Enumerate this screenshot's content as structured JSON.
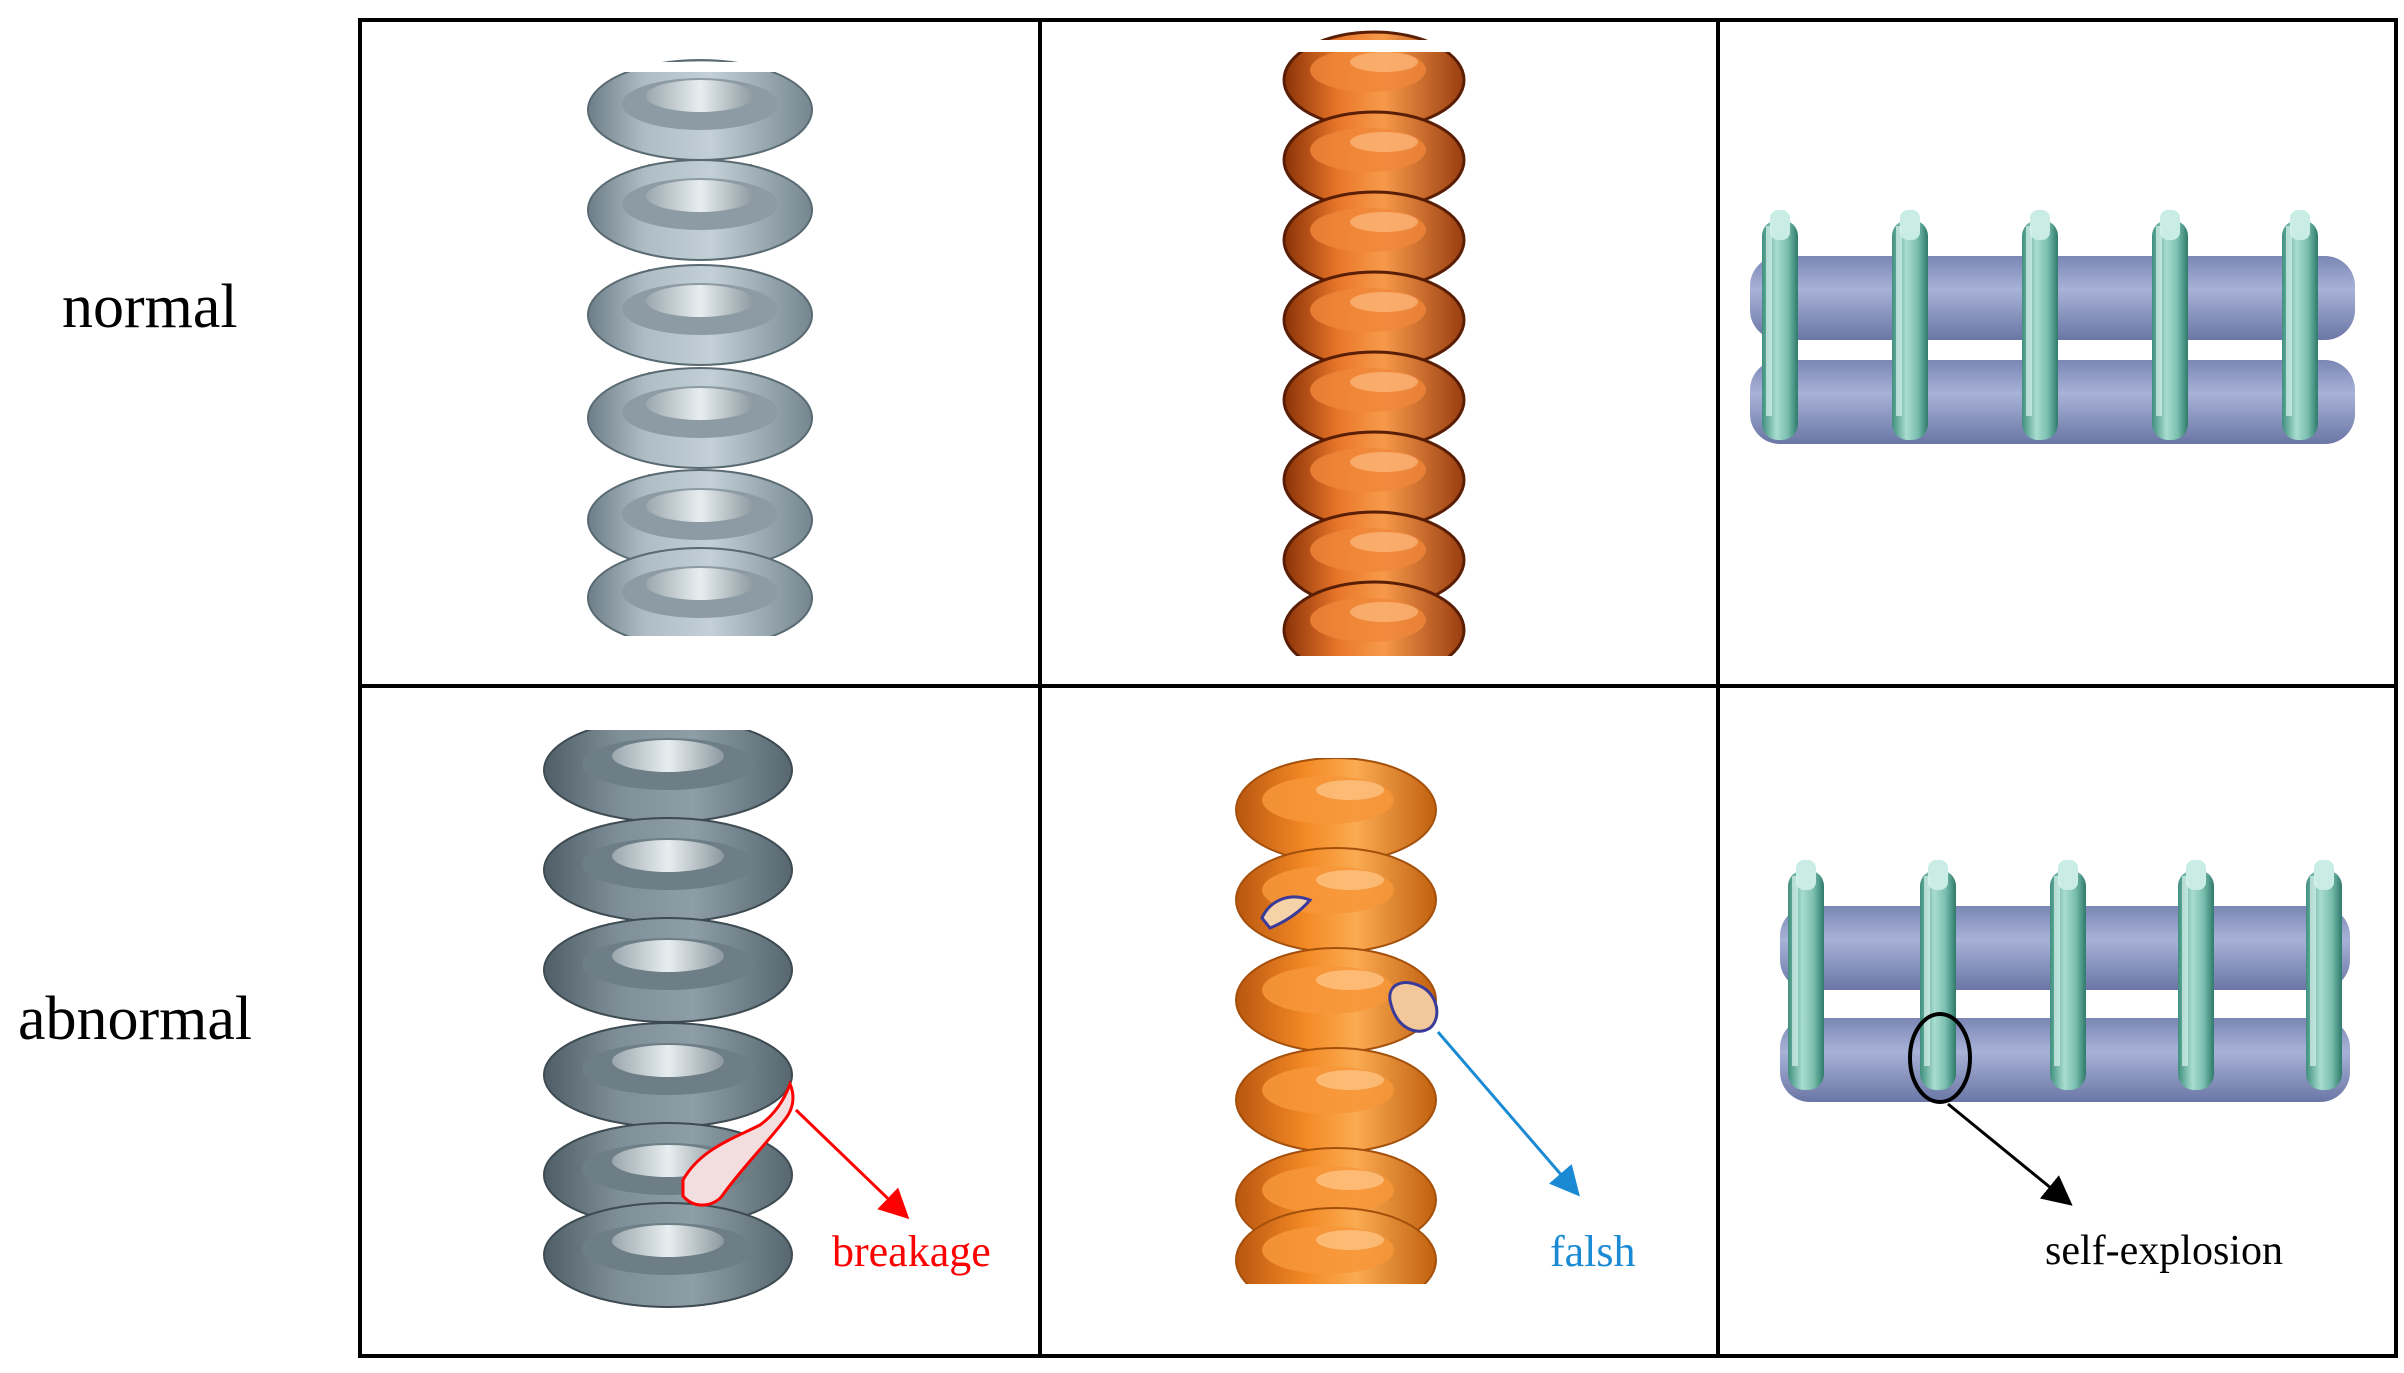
{
  "rows": {
    "normal": "normal",
    "abnormal": "abnormal"
  },
  "cells": {
    "normal_gray": {
      "insulator": "gray-porcelain-insulator"
    },
    "normal_orange": {
      "insulator": "orange-porcelain-insulator"
    },
    "normal_glass": {
      "insulator": "glass-insulator-string"
    },
    "abnormal_gray": {
      "insulator": "gray-porcelain-insulator",
      "defect_label": "breakage"
    },
    "abnormal_orange": {
      "insulator": "orange-porcelain-insulator",
      "defect_label": "falsh"
    },
    "abnormal_glass": {
      "insulator": "glass-insulator-string",
      "defect_label": "self-explosion"
    }
  },
  "colors": {
    "breakage": "#ff0000",
    "falsh": "#1a8ad4",
    "self_explosion": "#000000",
    "grid": "#000000"
  }
}
